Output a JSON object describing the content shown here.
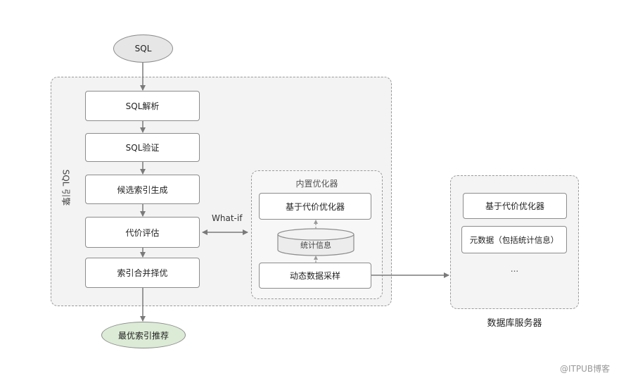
{
  "diagram": {
    "start_node": "SQL",
    "engine": {
      "label": "SQL 引擎",
      "steps": [
        "SQL解析",
        "SQL验证",
        "候选索引生成",
        "代价评估",
        "索引合并择优"
      ]
    },
    "end_node": "最优索引推荐",
    "whatif_label": "What-if",
    "optimizer": {
      "title": "内置优化器",
      "cost_optimizer": "基于代价优化器",
      "stats": "统计信息",
      "sampling": "动态数据采样"
    },
    "db_server": {
      "title": "数据库服务器",
      "items": [
        "基于代价优化器",
        "元数据（包括统计信息）",
        "..."
      ]
    }
  },
  "watermark": "@ITPUB博客",
  "colors": {
    "start_fill": "#e6e6e6",
    "end_fill": "#dcebd6",
    "region_fill": "#f3f3f3",
    "arrow": "#7a7a7a"
  }
}
